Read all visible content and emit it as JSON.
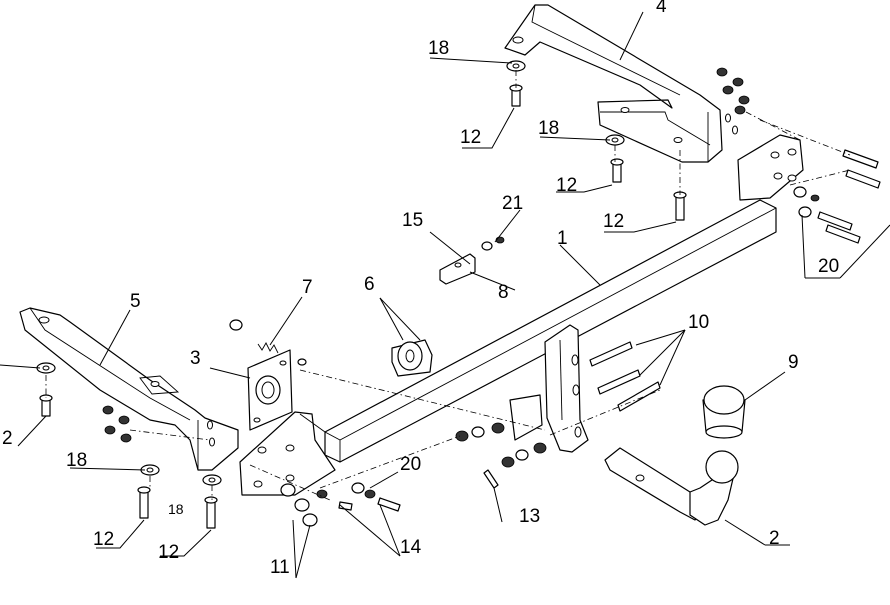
{
  "callouts": {
    "c1": "1",
    "c2": "2",
    "c2_left": "2",
    "c3": "3",
    "c4": "4",
    "c5": "5",
    "c6": "6",
    "c7": "7",
    "c8": "8",
    "c9": "9",
    "c10": "10",
    "c11": "11",
    "c12_a": "12",
    "c12_b": "12",
    "c12_c": "12",
    "c12_d": "12",
    "c12_e": "12",
    "c13": "13",
    "c14": "14",
    "c15": "15",
    "c18_a": "18",
    "c18_b": "18",
    "c18_c": "18",
    "c18_d": "18",
    "c20_a": "20",
    "c20_b": "20",
    "c21": "21"
  }
}
